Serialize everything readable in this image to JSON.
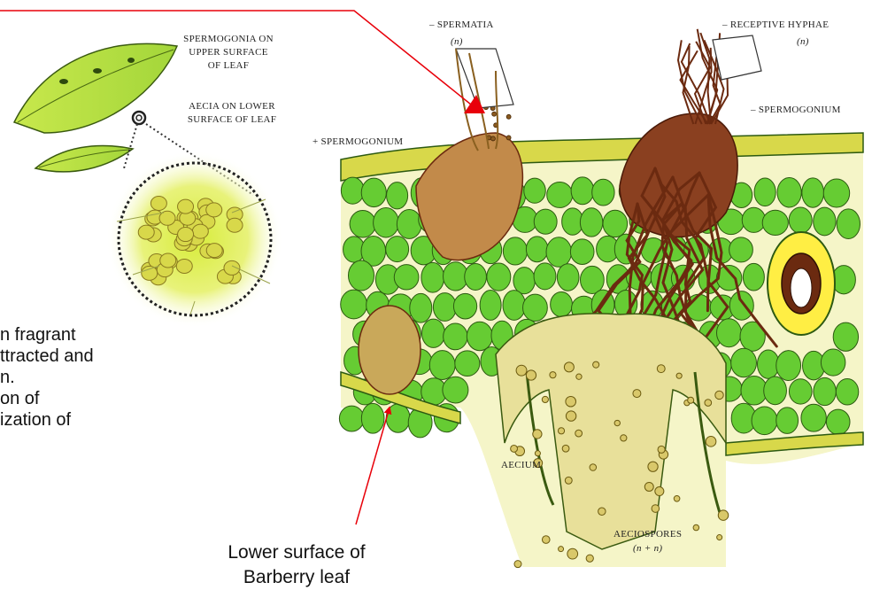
{
  "labels": {
    "spermogonia_upper": [
      "SPERMOGONIA ON",
      "UPPER SURFACE",
      "OF LEAF"
    ],
    "aecia_lower": [
      "AECIA ON LOWER",
      "SURFACE OF LEAF"
    ],
    "spermatia": "– SPERMATIA",
    "spermatia_ploidy": "(n)",
    "receptive_hyphae": "– RECEPTIVE HYPHAE",
    "receptive_hyphae_ploidy": "(n)",
    "minus_spermogonium": "– SPERMOGONIUM",
    "plus_spermogonium": "+ SPERMOGONIUM",
    "aecium": "AECIUM",
    "aeciospores": "AECIOSPORES",
    "aeciospores_ploidy": "(n + n)"
  },
  "body_text": {
    "line1": "n fragrant",
    "line2": "ttracted and",
    "line3": "n.",
    "line4": "on of",
    "line5": "ization of"
  },
  "callout": {
    "line1": "Lower surface of",
    "line2": "Barberry leaf"
  },
  "colors": {
    "arrow": "#e8000a",
    "cell_green": "#66cc33",
    "cell_outline": "#2d5a12",
    "epidermis_yellow": "#d8d84a",
    "hypha_brown": "#6b2a10",
    "spore_yellow": "#d9c86a"
  }
}
